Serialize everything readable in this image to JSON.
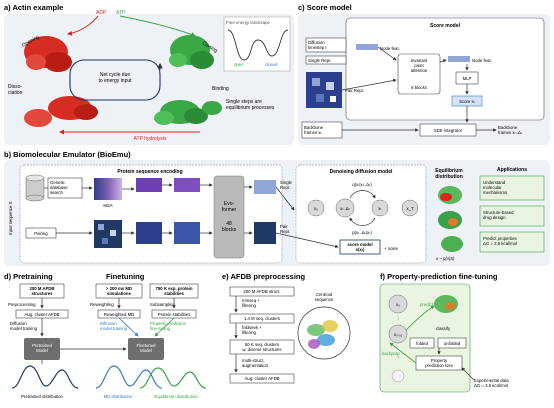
{
  "panel_a": {
    "title": "a) Actin example",
    "adp": "ADP",
    "atp": "ATP",
    "opening": "Opening",
    "closing": "Closing",
    "dissociation": "Disso-\nciation",
    "binding": "Binding",
    "net_cycle": "Net cycle due\nto energy input",
    "atp_hydrolysis": "ATP hydrolysis",
    "landscape_title": "Free energy landscape",
    "open": "open",
    "closed": "closed",
    "single_steps": "Single steps are\nequilibrium processes"
  },
  "panel_c": {
    "title": "c) Score model",
    "box_title": "Score model",
    "diffusion_timestep": "Diffusion\ntimestep t",
    "single_repr": "Single Repr.",
    "node_feat1": "Node feat.",
    "node_feat2": "Node feat.",
    "pair_repr": "Pair Repr.",
    "ipa": "Invariant\npoint\nattention",
    "blocks": "8 blocks",
    "mlp": "MLP",
    "score": "Score sₜ",
    "backbone_in": "Backbone\nframes xₜ",
    "sde": "SDE integrator",
    "backbone_out": "Backbone\nframes xₜ₋Δₜ"
  },
  "panel_b": {
    "title": "b) Biomolecular Emulator (BioEmu)",
    "protein_encoding": "Protein sequence encoding",
    "input_sequence": "Input sequence S",
    "genetic_search": "Genetic\ndatabase\nsearch",
    "msa": "MSA",
    "pairing": "Pairing",
    "evoformer": "Evo-\nformer",
    "evo_blocks": "48\nblocks",
    "single_repr": "Single\nRepr.",
    "pair_repr": "Pair\nRepr.",
    "denoising": "Denoising diffusion model",
    "x0": "x₀",
    "xt_dt": "xₜ₋Δₜ",
    "xt": "xₜ",
    "xT": "x_T",
    "q_label": "q(xₜ|xₜ₋Δₜ)",
    "p_label": "p(xₜ₋Δₜ|xₜ)",
    "score_model": "score model\ns(xₜ)",
    "noise": "+ noise",
    "equilibrium": "Equilibrium\ndistribution",
    "formula": "x ~ p(x|S)",
    "applications": "Applications",
    "apps": [
      "Understand\nmolecular\nmechanisms",
      "Structure-based\ndrug design",
      "Predict properties\nΔG = 3.5 kcal/mol"
    ]
  },
  "panel_d": {
    "title": "d) Pretraining",
    "finetuning": "Finetuning",
    "afdb": "200 M AFDB\nstructures",
    "preprocessing": "Preprocessing",
    "aug_cluster": "Aug. cluster AFDB",
    "diffusion_training": "Diffusion\nmodel training",
    "pretrained_model": "Pretrained\nModel",
    "pretrained_dist": "Pretrained distribution",
    "md_sim": "> 200 ms MD\nsimulations",
    "reweighting": "Reweighting",
    "reweighted_md": "Reweighted MD",
    "exp_stab": "750 K exp. protein\nstabilities",
    "subsampling": "Subsampling",
    "protein_stab": "Protein stabilities",
    "diffusion_ft": "Diffusion\nmodel training",
    "property_ft": "Property prediction\nfine-tuning",
    "finetuned_model": "Finetuned\nModel",
    "md_dist": "MD distribution",
    "eq_dist": "Equilibrium distribution"
  },
  "panel_e": {
    "title": "e) AFDB preprocessing",
    "s1": "200 M AFDB struct.",
    "mmseq": "mmseq +\nfiltering",
    "s2": "1.4 M seq. clusters",
    "foldseek": "foldseek +\nfiltering",
    "s3": "50 K seq. clusters\nw. diverse structures",
    "multi": "multi-struct.\naugmentation",
    "s4": "Aug. cluster AFDB",
    "centroid": "Centroid\nsequence"
  },
  "panel_f": {
    "title": "f) Property-prediction fine-tuning",
    "x0": "x₀",
    "xt": "x₀.₀₁",
    "predict": "predict",
    "classify": "classify",
    "folded": "folded",
    "unfolded": "unfolded",
    "backprop": "backprop",
    "loss": "Property\nprediction loss",
    "exp_data": "Experimental data\nΔG = 3.5 kcal/mol"
  },
  "colors": {
    "panel_bg": "#eef1f6",
    "green_box": "#e9f5e1",
    "green": "#3aa14a",
    "blue": "#3a78c4",
    "red": "#d9261c",
    "navy": "#1f3864",
    "model_gray": "#6e6e6e"
  }
}
